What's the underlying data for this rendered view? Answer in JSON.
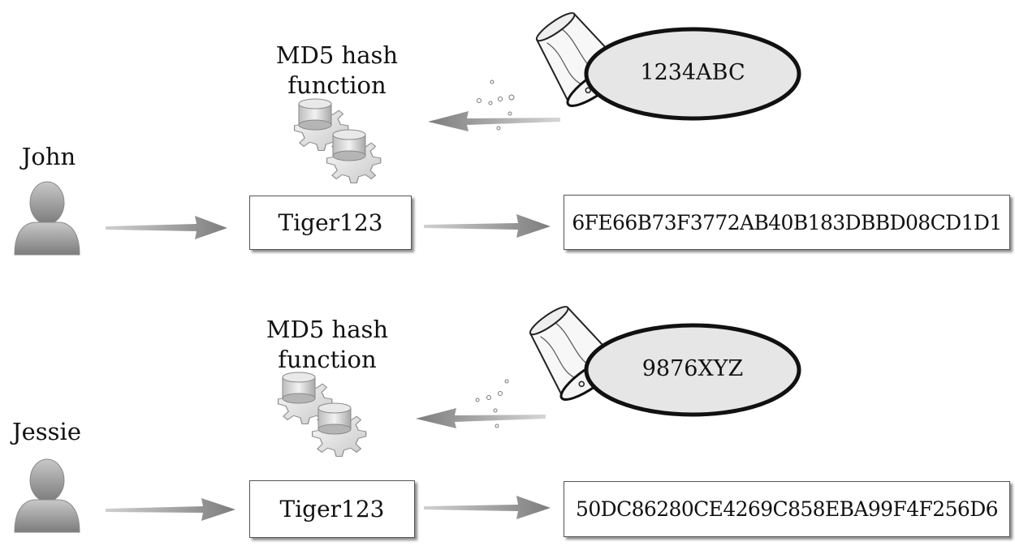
{
  "rows": [
    {
      "user_name": "John",
      "function_label_line1": "MD5 hash",
      "function_label_line2": "function",
      "salt": "1234ABC",
      "password": "Tiger123",
      "hash": "6FE66B73F3772AB40B183DBBD08CD1D1"
    },
    {
      "user_name": "Jessie",
      "function_label_line1": "MD5 hash",
      "function_label_line2": "function",
      "salt": "9876XYZ",
      "password": "Tiger123",
      "hash": "50DC86280CE4269C858EBA99F4F256D6"
    }
  ],
  "colors": {
    "arrow": "#8c8c8c",
    "person": "#9a9a9a",
    "salt_ellipse_fill": "#e6e6e6",
    "box_border": "#555555"
  },
  "icons": {
    "user": "person-icon",
    "hash_function": "gears-icon",
    "salt": "salt-shaker-icon"
  }
}
